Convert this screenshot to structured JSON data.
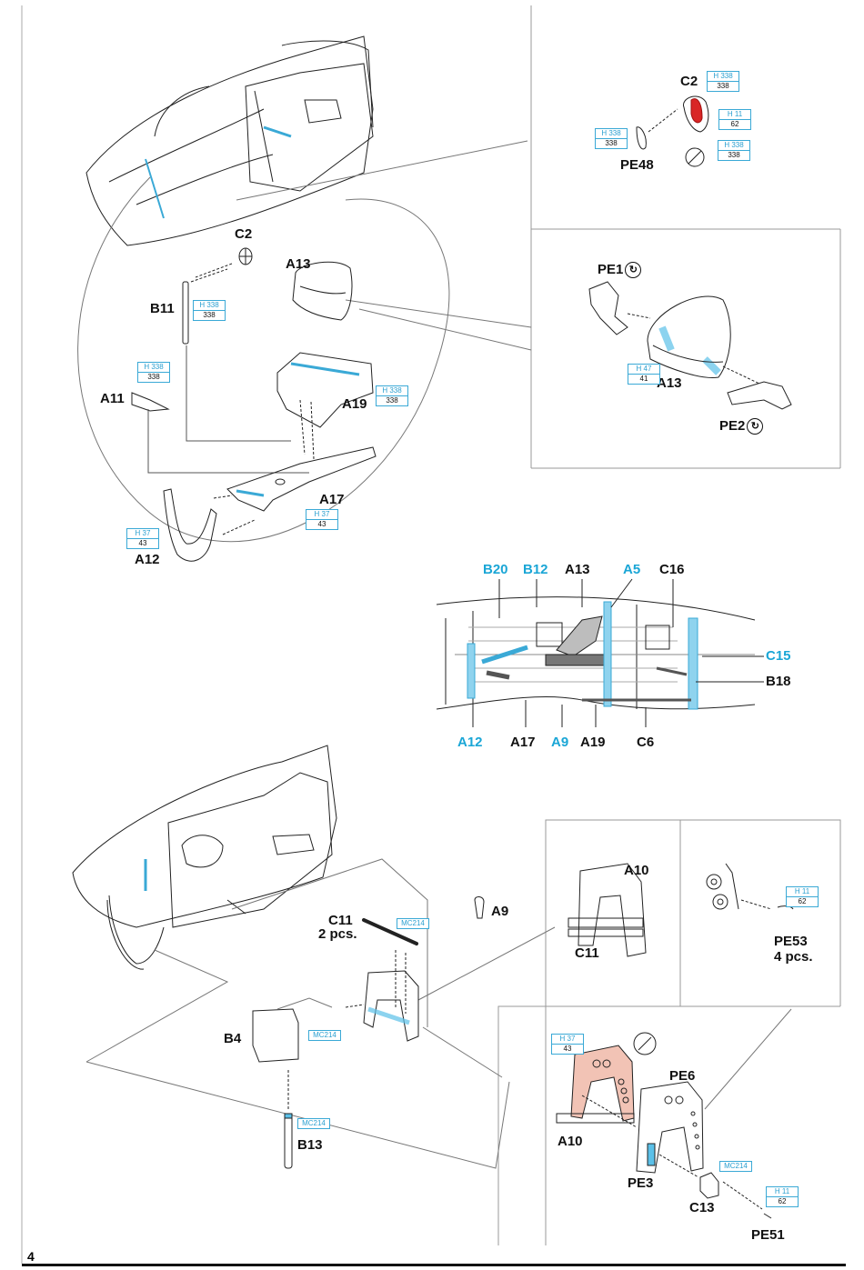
{
  "page_number": "4",
  "labels": {
    "c2_top": "C2",
    "pe48": "PE48",
    "c2_mid": "C2",
    "b11": "B11",
    "a13_mid": "A13",
    "a11": "A11",
    "a19": "A19",
    "a17": "A17",
    "a12": "A12",
    "pe1": "PE1",
    "a13_box": "A13",
    "pe2": "PE2",
    "side_b20": "B20",
    "side_b12": "B12",
    "side_a13": "A13",
    "side_a5": "A5",
    "side_c16": "C16",
    "side_c15": "C15",
    "side_b18": "B18",
    "side_a12": "A12",
    "side_a17": "A17",
    "side_a9": "A9",
    "side_a19": "A19",
    "side_c6": "C6",
    "c11_line1": "C11",
    "c11_line2": "2 pcs.",
    "a9": "A9",
    "a10_top": "A10",
    "c11_box": "C11",
    "pe53_line1": "PE53",
    "pe53_line2": "4 pcs.",
    "b4": "B4",
    "b13": "B13",
    "pe6": "PE6",
    "a10_low": "A10",
    "pe3": "PE3",
    "c13": "C13",
    "pe51": "PE51"
  },
  "icons": {
    "pe1_fold": "↻",
    "pe2_fold": "↻"
  },
  "paint": {
    "c2_top_a": {
      "code": "H 338",
      "num": "338"
    },
    "c2_h11": {
      "code": "H 11",
      "num": "62"
    },
    "c2_h338b": {
      "code": "H 338",
      "num": "338"
    },
    "pe48": {
      "code": "H 338",
      "num": "338"
    },
    "b11": {
      "code": "H 338",
      "num": "338"
    },
    "a11": {
      "code": "H 338",
      "num": "338"
    },
    "a19": {
      "code": "H 338",
      "num": "338"
    },
    "a17": {
      "code": "H 37",
      "num": "43"
    },
    "a12": {
      "code": "H 37",
      "num": "43"
    },
    "a13_box": {
      "code": "H 47",
      "num": "41"
    },
    "c11": {
      "code": "MC214"
    },
    "pe53": {
      "code": "H 11",
      "num": "62"
    },
    "b4": {
      "code": "MC214"
    },
    "b13": {
      "code": "MC214"
    },
    "a10_low": {
      "code": "H 37",
      "num": "43"
    },
    "c13": {
      "code": "MC214"
    },
    "pe51": {
      "code": "H 11",
      "num": "62"
    }
  },
  "colors": {
    "callout_blue": "#1aa6d6",
    "paint_blue": "#3aa9d6",
    "highlight_blue": "#5bc0e8",
    "red_part": "#d92626",
    "pink_part": "#f2c3b5",
    "line": "#222222"
  }
}
